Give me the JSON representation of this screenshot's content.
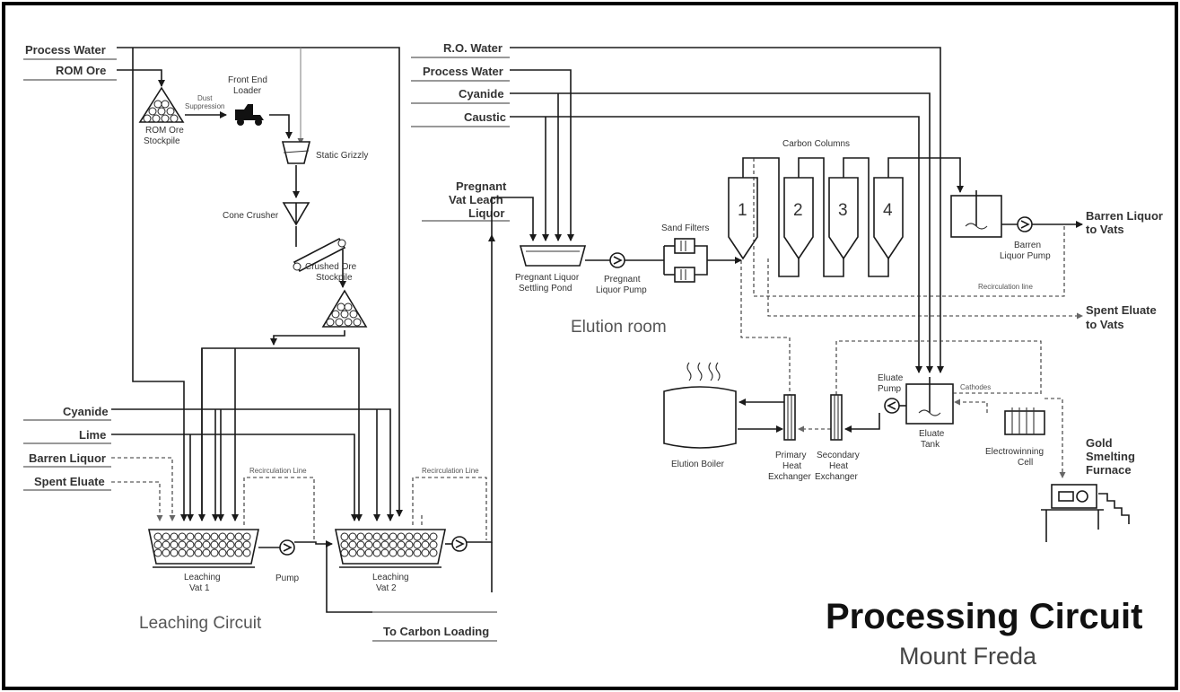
{
  "title": "Processing Circuit",
  "subtitle": "Mount Freda",
  "areas": {
    "leaching": "Leaching Circuit",
    "elution": "Elution room"
  },
  "inputs": {
    "process_water_left": "Process Water",
    "rom_ore": "ROM Ore",
    "cyanide_left": "Cyanide",
    "lime": "Lime",
    "barren_liquor": "Barren Liquor",
    "spent_eluate": "Spent Eluate",
    "ro_water": "R.O. Water",
    "process_water_right": "Process Water",
    "cyanide_right": "Cyanide",
    "caustic": "Caustic",
    "pregnant_1": "Pregnant",
    "pregnant_2": "Vat Leach",
    "pregnant_3": "Liquor"
  },
  "outputs": {
    "to_carbon_loading": "To Carbon Loading",
    "barren_to_vats_1": "Barren Liquor",
    "barren_to_vats_2": "to Vats",
    "spent_to_vats_1": "Spent Eluate",
    "spent_to_vats_2": "to Vats",
    "gold_1": "Gold",
    "gold_2": "Smelting",
    "gold_3": "Furnace"
  },
  "equipment": {
    "rom_stockpile_1": "ROM Ore",
    "rom_stockpile_2": "Stockpile",
    "dust_1": "Dust",
    "dust_2": "Suppression",
    "loader_1": "Front End",
    "loader_2": "Loader",
    "grizzly": "Static Grizzly",
    "cone_crusher": "Cone Crusher",
    "crushed_1": "Crushed Ore",
    "crushed_2": "Stockpile",
    "vat1_1": "Leaching",
    "vat1_2": "Vat 1",
    "vat2_1": "Leaching",
    "vat2_2": "Vat 2",
    "pump": "Pump",
    "recirc_1": "Recirculation Line",
    "recirc_2": "Recirculation Line",
    "recirc_3": "Recirculation line",
    "pond_1": "Pregnant Liquor",
    "pond_2": "Settling Pond",
    "pl_pump_1": "Pregnant",
    "pl_pump_2": "Liquor Pump",
    "sand_filters": "Sand Filters",
    "carbon_columns": "Carbon Columns",
    "col_1": "1",
    "col_2": "2",
    "col_3": "3",
    "col_4": "4",
    "barren_pump_1": "Barren",
    "barren_pump_2": "Liquor Pump",
    "elution_boiler": "Elution Boiler",
    "primary_1": "Primary",
    "primary_2": "Heat",
    "primary_3": "Exchanger",
    "secondary_1": "Secondary",
    "secondary_2": "Heat",
    "secondary_3": "Exchanger",
    "eluate_pump_1": "Eluate",
    "eluate_pump_2": "Pump",
    "eluate_tank_1": "Eluate",
    "eluate_tank_2": "Tank",
    "cathodes": "Cathodes",
    "ew_1": "Electrowinning",
    "ew_2": "Cell"
  },
  "colors": {
    "line": "#1a1a1a",
    "text": "#333333",
    "title": "#111111",
    "subtitle": "#444444"
  }
}
